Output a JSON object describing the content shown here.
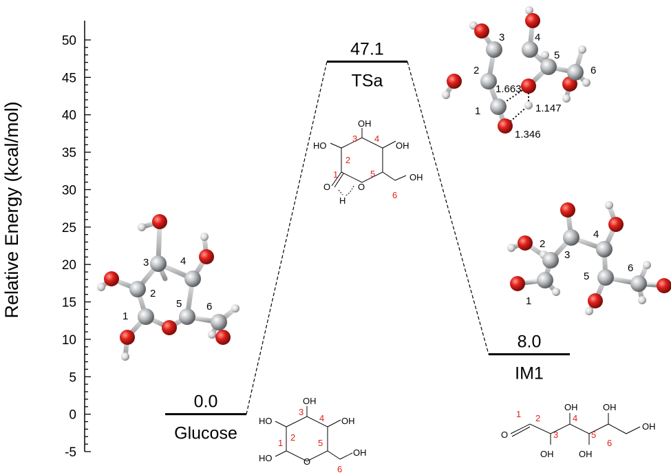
{
  "chart_data": {
    "type": "energy-profile",
    "ylabel": "Relative Energy (kcal/mol)",
    "ylim": [
      -5,
      50
    ],
    "y_ticks": [
      "-5",
      "0",
      "5",
      "10",
      "15",
      "20",
      "25",
      "30",
      "35",
      "40",
      "45",
      "50"
    ],
    "series": [
      {
        "label": "Glucose",
        "value": 0.0,
        "value_text": "0.0"
      },
      {
        "label": "TSa",
        "value": 47.1,
        "value_text": "47.1"
      },
      {
        "label": "IM1",
        "value": 8.0,
        "value_text": "8.0"
      }
    ],
    "annotations": {
      "bond_lengths": [
        "1.663",
        "1.147",
        "1.346"
      ],
      "atom_numbers": [
        "1",
        "2",
        "3",
        "4",
        "5",
        "6"
      ],
      "chem_labels": {
        "hydroxyl": "OH",
        "hydroxyl_left": "HO",
        "oxygen": "O",
        "hydrogen": "H"
      }
    },
    "colors": {
      "oxygen": "#e0201b",
      "carbon": "#b9bcbf",
      "hydrogen": "#dcdcdc",
      "numbering": "#e0201b",
      "line": "#000000"
    }
  }
}
